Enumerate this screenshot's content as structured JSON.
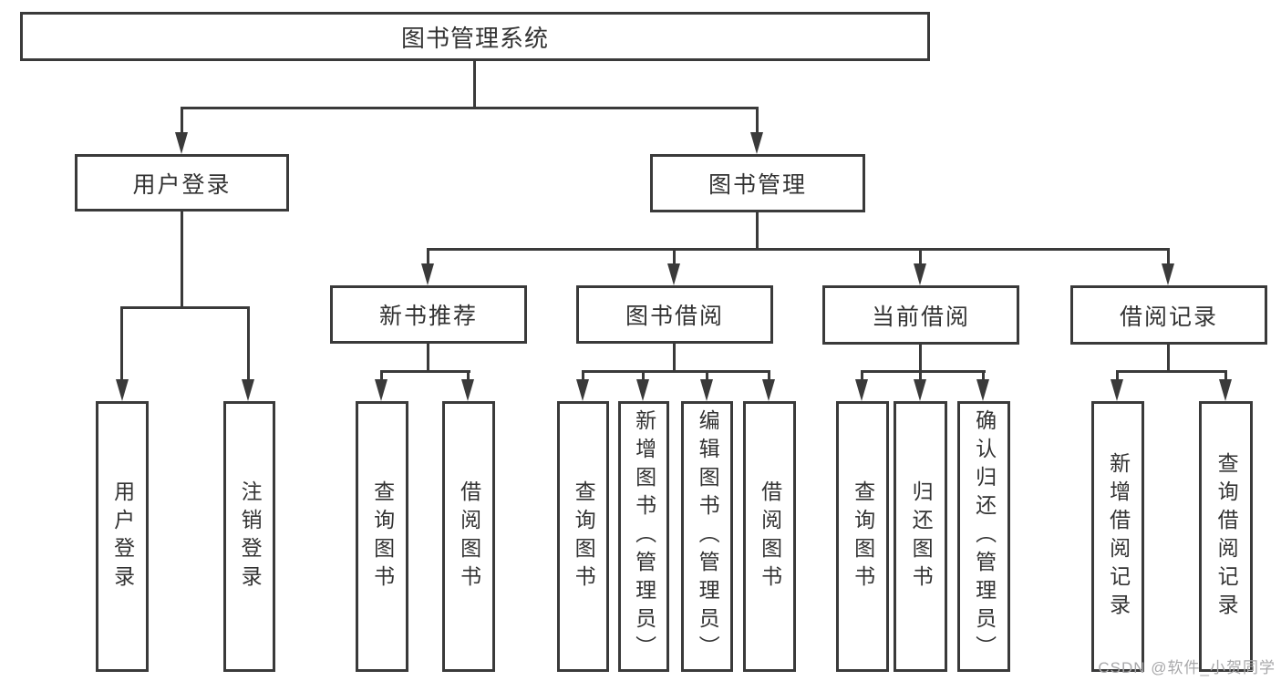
{
  "colors": {
    "line": "#3a3a3a",
    "text": "#333333",
    "box_background": "#ffffff",
    "background": "#ffffff",
    "watermark_text": "#a8a8aa"
  },
  "diagram": {
    "root": {
      "label": "图书管理系统"
    },
    "level2": [
      {
        "label": "用户登录",
        "children": [
          {
            "label": "用户登录"
          },
          {
            "label": "注销登录"
          }
        ]
      },
      {
        "label": "图书管理",
        "children": [
          {
            "label": "新书推荐",
            "children": [
              {
                "label": "查询图书"
              },
              {
                "label": "借阅图书"
              }
            ]
          },
          {
            "label": "图书借阅",
            "children": [
              {
                "label": "查询图书"
              },
              {
                "label": "新增图书（管理员）"
              },
              {
                "label": "编辑图书（管理员）"
              },
              {
                "label": "借阅图书"
              }
            ]
          },
          {
            "label": "当前借阅",
            "children": [
              {
                "label": "查询图书"
              },
              {
                "label": "归还图书"
              },
              {
                "label": "确认归还（管理员）"
              }
            ]
          },
          {
            "label": "借阅记录",
            "children": [
              {
                "label": "新增借阅记录"
              },
              {
                "label": "查询借阅记录"
              }
            ]
          }
        ]
      }
    ]
  },
  "watermark": {
    "label": "CSDN @软件_小贺同学"
  }
}
